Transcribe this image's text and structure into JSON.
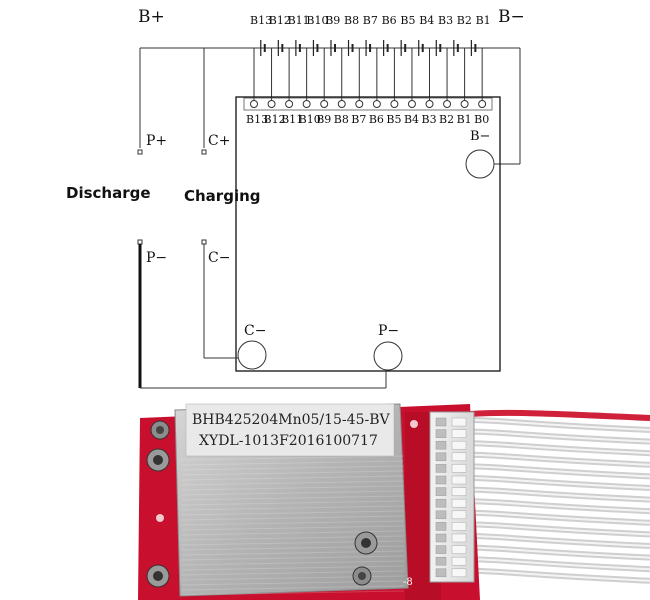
{
  "diagram": {
    "battery_positive": "B+",
    "battery_negative": "B−",
    "cell_labels_top": [
      "B13",
      "B12",
      "B11",
      "B10",
      "B9",
      "B8",
      "B7",
      "B6",
      "B5",
      "B4",
      "B3",
      "B2",
      "B1"
    ],
    "board_pin_labels": [
      "B13",
      "B12",
      "B11",
      "B10",
      "B9",
      "B8",
      "B7",
      "B6",
      "B5",
      "B4",
      "B3",
      "B2",
      "B1",
      "B0"
    ],
    "board_bminus_label": "B−",
    "p_plus": "P+",
    "c_plus": "C+",
    "p_minus_terminal": "P−",
    "c_minus_terminal": "C−",
    "c_minus_pad": "C−",
    "p_minus_pad": "P−",
    "discharge_label": "Discharge",
    "charging_label": "Charging"
  },
  "photo": {
    "label_line1": "BHB425204Mn05/15-45-BV",
    "label_line2": "XYDL-1013F2016100717",
    "silk_mark": "-8",
    "colors": {
      "pcb": "#c8102e",
      "heatsink": "#b9b9b9",
      "connector": "#eeeeee",
      "wire": "#dcdcdc"
    }
  }
}
